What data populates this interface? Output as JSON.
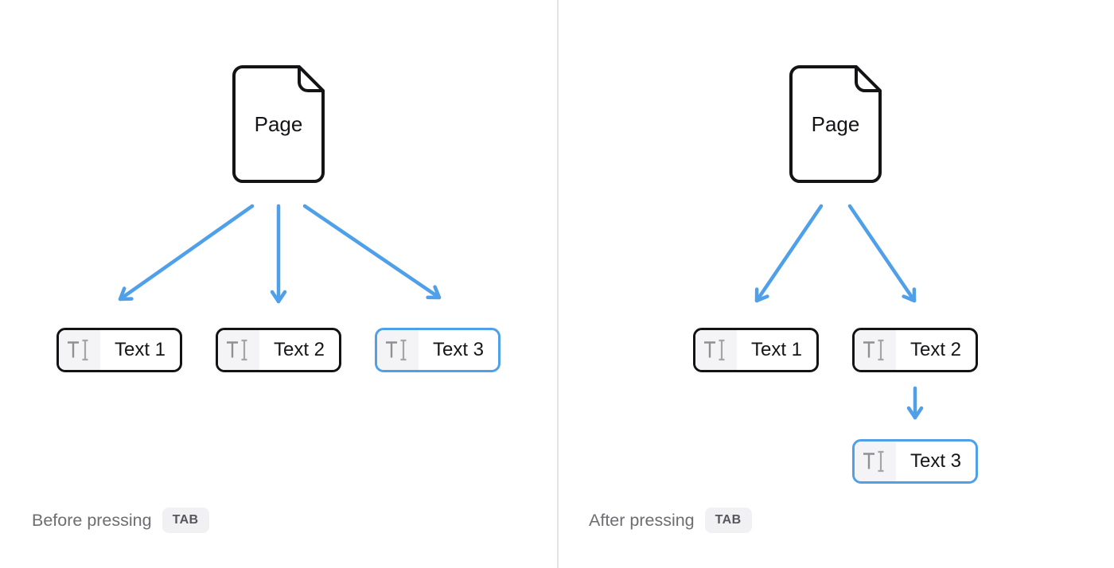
{
  "accent": "#4fa0e8",
  "panels": {
    "left": {
      "caption": "Before pressing",
      "key_badge": "TAB",
      "page_label": "Page",
      "blocks": [
        {
          "label": "Text 1",
          "selected": false
        },
        {
          "label": "Text 2",
          "selected": false
        },
        {
          "label": "Text 3",
          "selected": true
        }
      ]
    },
    "right": {
      "caption": "After pressing",
      "key_badge": "TAB",
      "page_label": "Page",
      "blocks": [
        {
          "label": "Text 1",
          "selected": false
        },
        {
          "label": "Text 2",
          "selected": false
        },
        {
          "label": "Text 3",
          "selected": true
        }
      ]
    }
  }
}
